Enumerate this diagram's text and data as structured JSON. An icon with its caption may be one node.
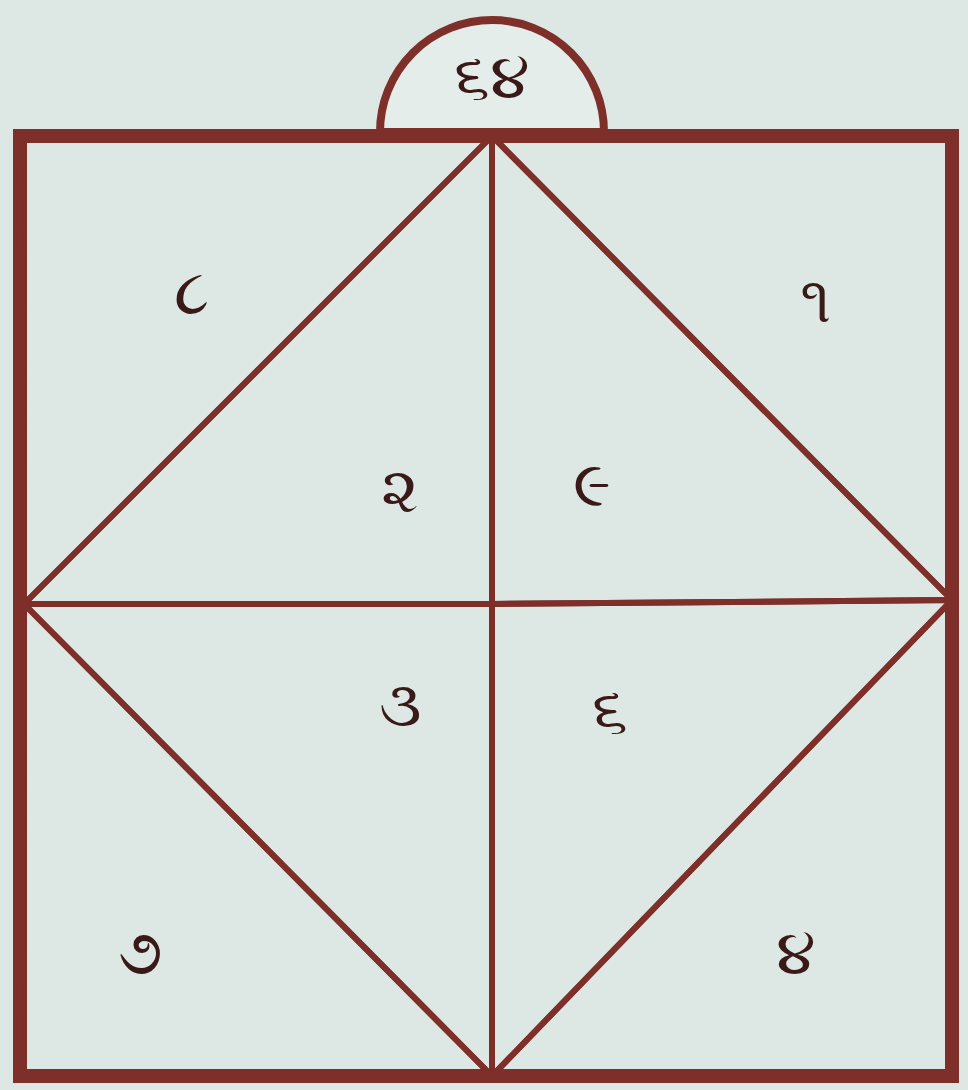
{
  "diagram": {
    "nodes": [
      {
        "text": [
          "૬૪"
        ]
      },
      {
        "text": [
          "૮"
        ]
      },
      {
        "text": [
          "૧"
        ]
      },
      {
        "text": [
          "૨"
        ]
      },
      {
        "text": [
          "૯"
        ]
      },
      {
        "text": [
          "૩"
        ]
      },
      {
        "text": [
          "૬"
        ]
      },
      {
        "text": [
          "૭"
        ]
      },
      {
        "text": [
          "૪"
        ]
      }
    ]
  }
}
